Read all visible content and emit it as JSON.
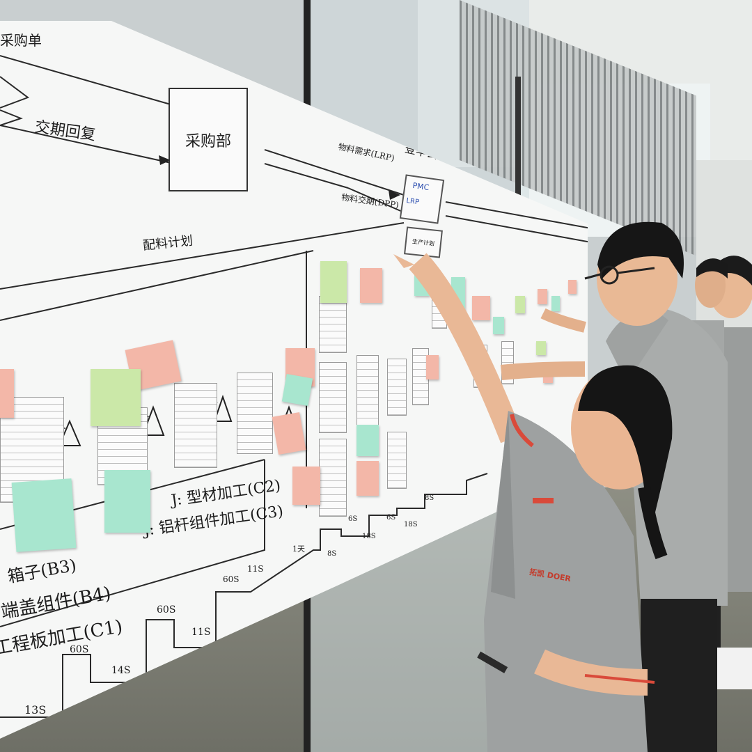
{
  "board": {
    "header_title": "登丰公司精益VSM价值流图",
    "dept_procurement": "采购部",
    "label_purchase": "采购单",
    "label_delivery": "交期回复",
    "label_material_req": "物料需求(LRP)",
    "label_material_plan": "物料交期(DPP)",
    "label_dispatch": "配料计划",
    "box_pmc": "PMC",
    "box_lrp": "LRP",
    "box_schedule": "生产计划",
    "process_lines": [
      "J: 型材加工(C2)",
      "J: 铝杆组件加工(C3)",
      "箱子(B3)",
      "端盖组件(B4)",
      "工程板加工(C1)"
    ],
    "timeline_labels": [
      "13S",
      "60S",
      "14S",
      "60S",
      "11S",
      "60S",
      "11S",
      "1天",
      "8S",
      "6S",
      "18S",
      "6S",
      "18S",
      "8S"
    ]
  },
  "colors": {
    "paper": "#f6f7f6",
    "note_pink": "#f3b7a8",
    "note_green": "#cbe8a8",
    "note_mint": "#a8e6cf",
    "shirt_grey": "#9ea1a1",
    "collar_red": "#d94a3a"
  },
  "logo_text": "拓凯 DOER"
}
